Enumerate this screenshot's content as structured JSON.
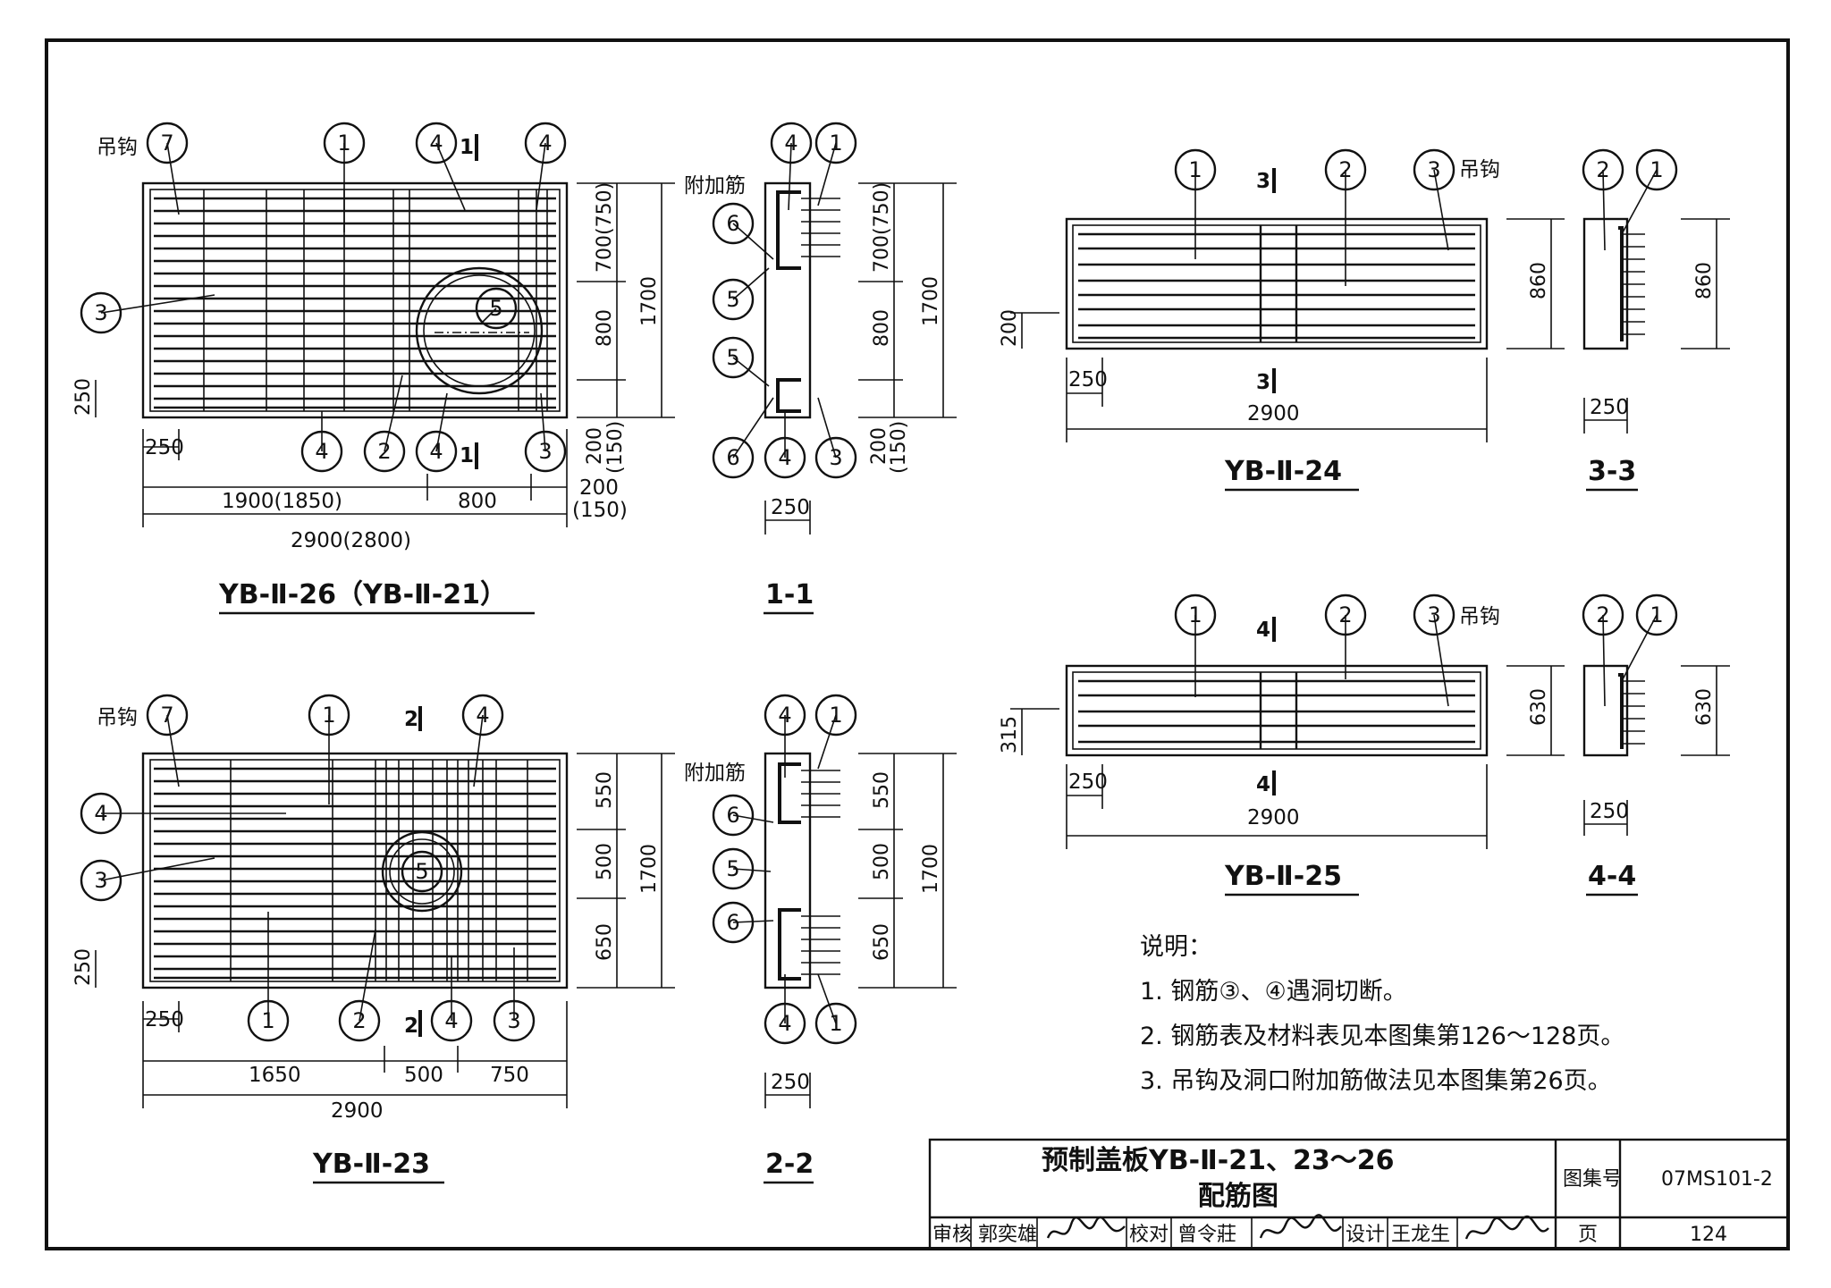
{
  "labels": {
    "hook": "吊钩",
    "extra_bar": "附加筋"
  },
  "plans": {
    "yb26": {
      "title": "YB-Ⅱ-26（YB-Ⅱ-21）",
      "dim_total_w": "2900(2800)",
      "dim_left": "1900(1850)",
      "dim_mid": "800",
      "dim_right": "200",
      "dim_right_alt": "(150)",
      "dim_edge": "250",
      "dim_edge_v": "250",
      "dim_top": "700(750)",
      "dim_middle": "800",
      "dim_bottom": "200",
      "dim_bottom_alt": "(150)",
      "dim_total_h": "1700",
      "section_mark": "1"
    },
    "yb23": {
      "title": "YB-Ⅱ-23",
      "dim_total_w": "2900",
      "dim_left": "1650",
      "dim_mid": "500",
      "dim_right": "750",
      "dim_edge": "250",
      "dim_edge_v": "250",
      "dim_top": "550",
      "dim_middle": "500",
      "dim_bottom": "650",
      "dim_total_h": "1700",
      "section_mark": "2"
    },
    "yb24": {
      "title": "YB-Ⅱ-24",
      "dim_total_w": "2900",
      "dim_edge": "250",
      "dim_edge_v": "200",
      "dim_h": "860",
      "section_mark": "3"
    },
    "yb25": {
      "title": "YB-Ⅱ-25",
      "dim_total_w": "2900",
      "dim_edge": "250",
      "dim_edge_v": "315",
      "dim_h": "630",
      "section_mark": "4"
    }
  },
  "sections": {
    "s11": {
      "title": "1-1",
      "dim_w": "250",
      "dim_top": "700(750)",
      "dim_mid": "800",
      "dim_bottom": "200",
      "dim_bottom_alt": "(150)",
      "dim_total": "1700"
    },
    "s22": {
      "title": "2-2",
      "dim_w": "250",
      "dim_top": "550",
      "dim_mid": "500",
      "dim_bottom": "650",
      "dim_total": "1700"
    },
    "s33": {
      "title": "3-3",
      "dim_w": "250",
      "dim_h": "860"
    },
    "s44": {
      "title": "4-4",
      "dim_w": "250",
      "dim_h": "630"
    }
  },
  "bubbles": {
    "n1": "1",
    "n2": "2",
    "n3": "3",
    "n4": "4",
    "n5": "5",
    "n6": "6",
    "n7": "7"
  },
  "notes": {
    "heading": "说明：",
    "items": [
      "1. 钢筋③、④遇洞切断。",
      "2. 钢筋表及材料表见本图集第126～128页。",
      "3. 吊钩及洞口附加筋做法见本图集第26页。"
    ]
  },
  "title_block": {
    "title_line1": "预制盖板YB-Ⅱ-21、23～26",
    "title_line2": "配筋图",
    "atlas_label": "图集号",
    "atlas_no": "07MS101-2",
    "page_label": "页",
    "page_no": "124",
    "review_label": "审核",
    "reviewer": "郭奕雄",
    "check_label": "校对",
    "checker": "曾令莊",
    "design_label": "设计",
    "designer": "王龙生"
  }
}
